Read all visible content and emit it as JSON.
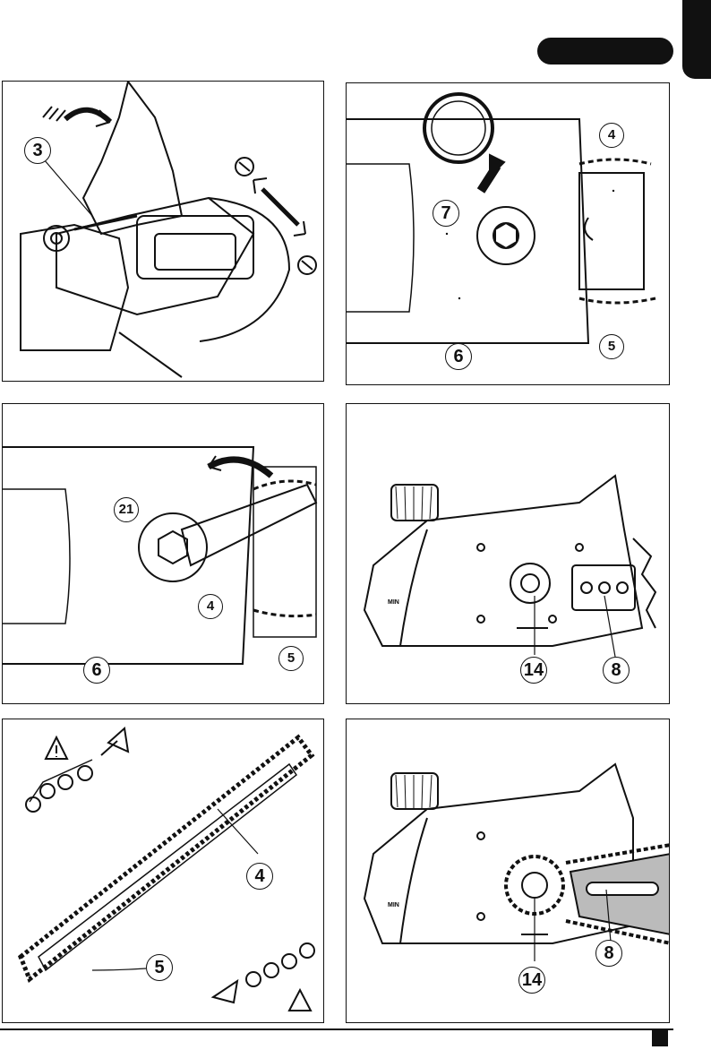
{
  "header": {
    "language_tab": "",
    "side_tab": ""
  },
  "figures": [
    {
      "id": "fig-a",
      "callouts": [
        "3"
      ]
    },
    {
      "id": "fig-b",
      "callouts": [
        "7",
        "4",
        "6",
        "5"
      ]
    },
    {
      "id": "fig-c",
      "callouts": [
        "21",
        "4",
        "6",
        "5"
      ]
    },
    {
      "id": "fig-d",
      "callouts": [
        "14",
        "8"
      ],
      "plate_text": "MIN"
    },
    {
      "id": "fig-e",
      "callouts": [
        "4",
        "5"
      ]
    },
    {
      "id": "fig-f",
      "callouts": [
        "14",
        "8"
      ],
      "plate_text": "MIN"
    }
  ],
  "footer": {
    "page_number": ""
  }
}
